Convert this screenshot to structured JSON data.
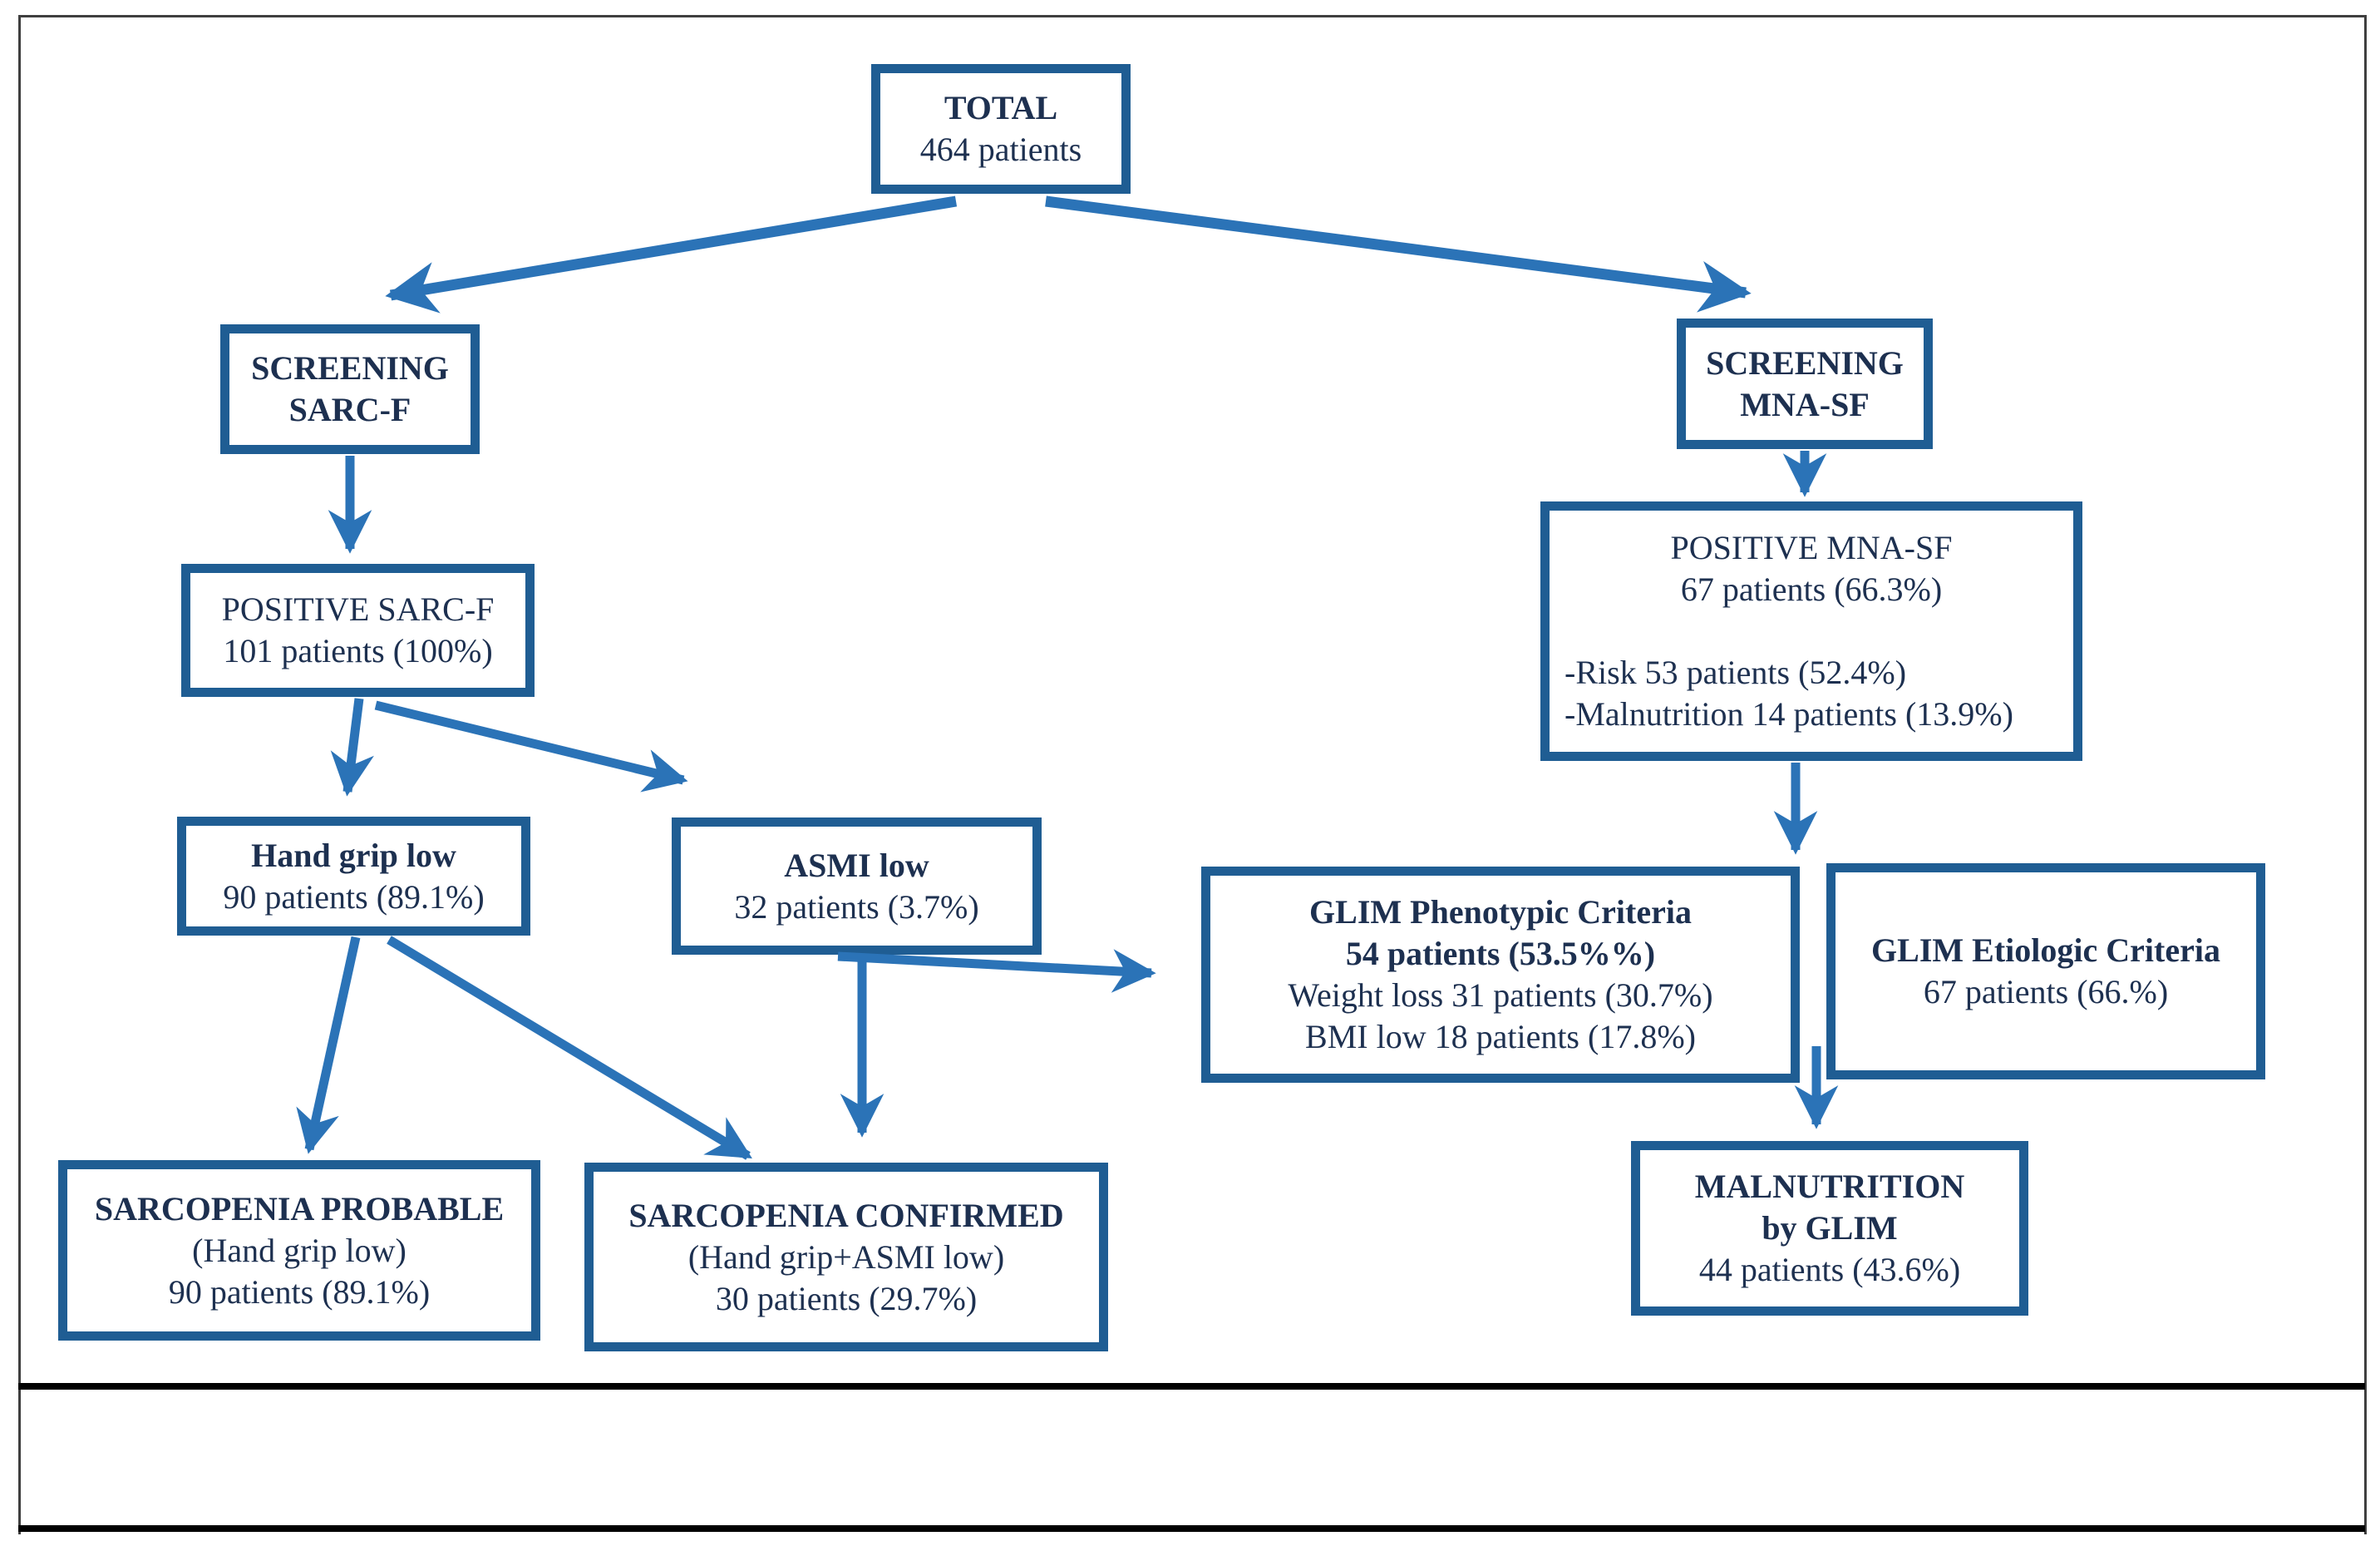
{
  "figure": {
    "title": "Patient screening flow diagram",
    "background": "#ffffff",
    "box_border_color": "#1f5d93",
    "arrow_color": "#2b73b7",
    "text_color": "#1d3050",
    "frame_border_color": "#3f3f3f",
    "rule_color": "#000000"
  },
  "boxes": {
    "total": {
      "lines": [
        {
          "text": "TOTAL"
        },
        {
          "text": "464 patients"
        }
      ]
    },
    "screening_sarcf": {
      "lines": [
        {
          "text": "SCREENING"
        },
        {
          "text": "SARC-F"
        }
      ]
    },
    "screening_mnasf": {
      "lines": [
        {
          "text": "SCREENING"
        },
        {
          "text": "MNA-SF"
        }
      ]
    },
    "positive_sarcf": {
      "lines": [
        {
          "text": "POSITIVE SARC-F"
        },
        {
          "text": "101 patients (100%)"
        }
      ]
    },
    "positive_mnasf": {
      "lines": [
        {
          "text": "POSITIVE MNA-SF"
        },
        {
          "text": "67 patients (66.3%)"
        },
        {
          "text": ""
        },
        {
          "text": "-Risk 53 patients (52.4%)"
        },
        {
          "text": "-Malnutrition 14 patients (13.9%)"
        }
      ]
    },
    "handgrip_low": {
      "lines": [
        {
          "text": "Hand grip low"
        },
        {
          "text": "90 patients (89.1%)"
        }
      ]
    },
    "asmi_low": {
      "lines": [
        {
          "text": "ASMI low"
        },
        {
          "text": "32 patients (3.7%)"
        }
      ]
    },
    "glim_phenotypic": {
      "lines": [
        {
          "text": "GLIM Phenotypic Criteria"
        },
        {
          "text": "54 patients (53.5%%)"
        },
        {
          "text": "Weight loss 31 patients (30.7%)"
        },
        {
          "text": "BMI low 18 patients (17.8%)"
        }
      ]
    },
    "glim_etiologic": {
      "lines": [
        {
          "text": "GLIM Etiologic Criteria"
        },
        {
          "text": "67 patients (66.%)"
        }
      ]
    },
    "sarcopenia_probable": {
      "lines": [
        {
          "text": "SARCOPENIA PROBABLE"
        },
        {
          "text": "(Hand grip low)"
        },
        {
          "text": "90 patients (89.1%)"
        }
      ]
    },
    "sarcopenia_confirmed": {
      "lines": [
        {
          "text": "SARCOPENIA CONFIRMED"
        },
        {
          "text": "(Hand grip+ASMI low)"
        },
        {
          "text": "30 patients (29.7%)"
        }
      ]
    },
    "malnutrition_glim": {
      "lines": [
        {
          "text": "MALNUTRITION"
        },
        {
          "text": "by GLIM"
        },
        {
          "text": "44 patients (43.6%)"
        }
      ]
    }
  }
}
